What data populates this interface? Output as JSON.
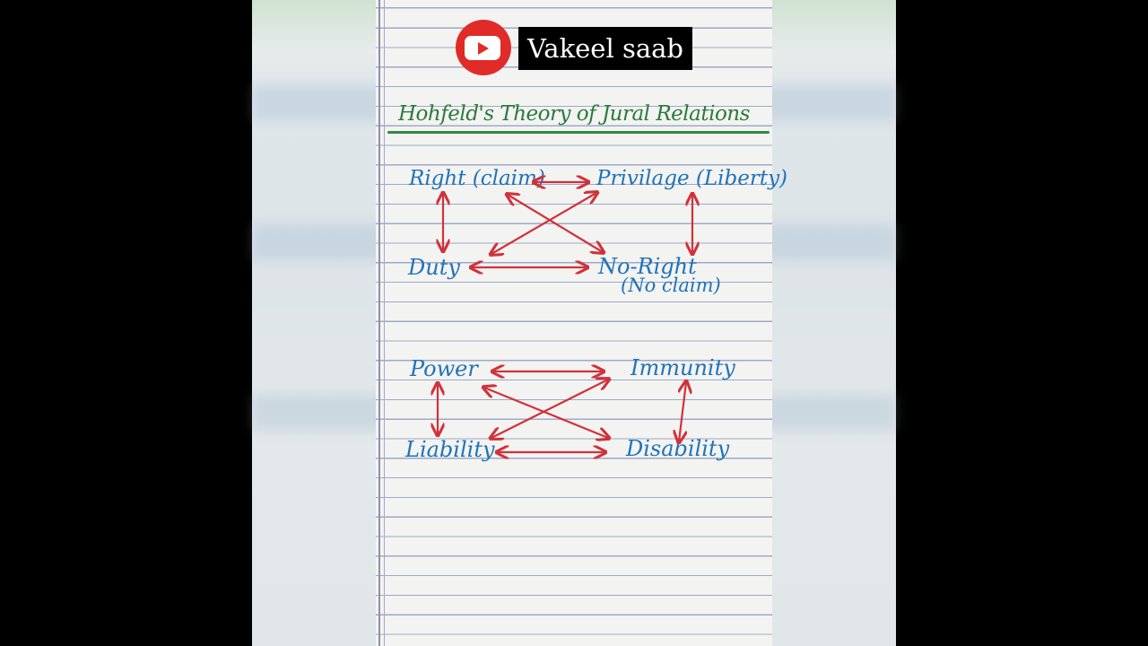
{
  "channel": {
    "name": "Vakeel saab",
    "logo_icon": "youtube-play-icon",
    "logo_color": "#e02b28"
  },
  "title": "Hohfeld's Theory of Jural Relations",
  "group1": {
    "right": "Right (claim)",
    "privilege": "Privilage (Liberty)",
    "duty": "Duty",
    "no_right": "No-Right",
    "no_claim": "(No claim)"
  },
  "group2": {
    "power": "Power",
    "immunity": "Immunity",
    "liability": "Liability",
    "disability": "Disability"
  },
  "colors": {
    "text": "#1f73b8",
    "title": "#2a7a3c",
    "arrows": "#d0323b"
  }
}
